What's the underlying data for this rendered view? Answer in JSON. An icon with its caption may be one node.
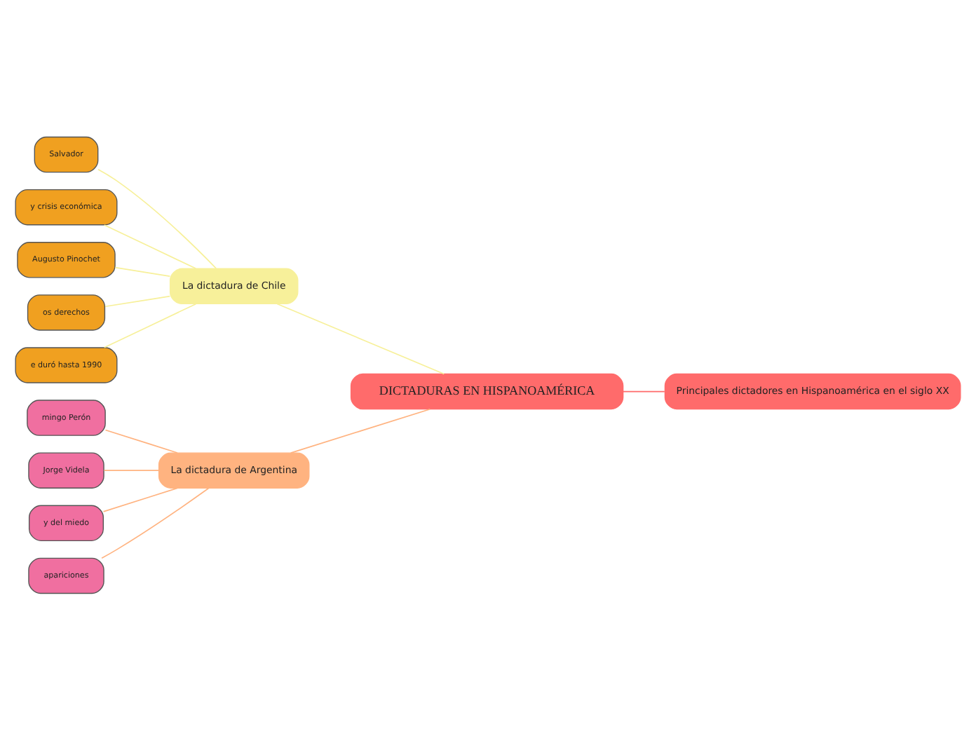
{
  "diagram": {
    "nodes": [
      {
        "text": [
          "DICTADURAS EN HISPANOAMÉRICA"
        ]
      },
      {
        "text": [
          "Principales dictadores en Hispanoamérica en el siglo XX"
        ]
      },
      {
        "text": [
          "La dictadura de Chile"
        ]
      },
      {
        "text": [
          "Salvador"
        ]
      },
      {
        "text": [
          "y crisis económica"
        ]
      },
      {
        "text": [
          "Augusto Pinochet"
        ]
      },
      {
        "text": [
          "os derechos"
        ]
      },
      {
        "text": [
          "e duró hasta 1990"
        ]
      },
      {
        "text": [
          "La dictadura de Argentina"
        ]
      },
      {
        "text": [
          "mingo Perón"
        ]
      },
      {
        "text": [
          "Jorge Videla"
        ]
      },
      {
        "text": [
          "y del miedo"
        ]
      },
      {
        "text": [
          "apariciones"
        ]
      }
    ],
    "edges": [
      {
        "from": 1,
        "to": 0,
        "arrow": "none",
        "color": "#ff6b6b"
      },
      {
        "from": 0,
        "to": 2,
        "arrow": "none",
        "color": "#f7f09a"
      },
      {
        "from": 2,
        "to": 3,
        "arrow": "none",
        "color": "#f7f09a"
      },
      {
        "from": 2,
        "to": 4,
        "arrow": "none",
        "color": "#f7f09a"
      },
      {
        "from": 2,
        "to": 5,
        "arrow": "none",
        "color": "#f7f09a"
      },
      {
        "from": 2,
        "to": 6,
        "arrow": "none",
        "color": "#f7f09a"
      },
      {
        "from": 2,
        "to": 7,
        "arrow": "none",
        "color": "#f7f09a"
      },
      {
        "from": 0,
        "to": 8,
        "arrow": "none",
        "color": "#ffb380"
      },
      {
        "from": 8,
        "to": 9,
        "arrow": "none",
        "color": "#ffb380"
      },
      {
        "from": 8,
        "to": 10,
        "arrow": "none",
        "color": "#ffb380"
      },
      {
        "from": 8,
        "to": 11,
        "arrow": "none",
        "color": "#ffb380"
      },
      {
        "from": 8,
        "to": 12,
        "arrow": "none",
        "color": "#ffb380"
      }
    ]
  }
}
